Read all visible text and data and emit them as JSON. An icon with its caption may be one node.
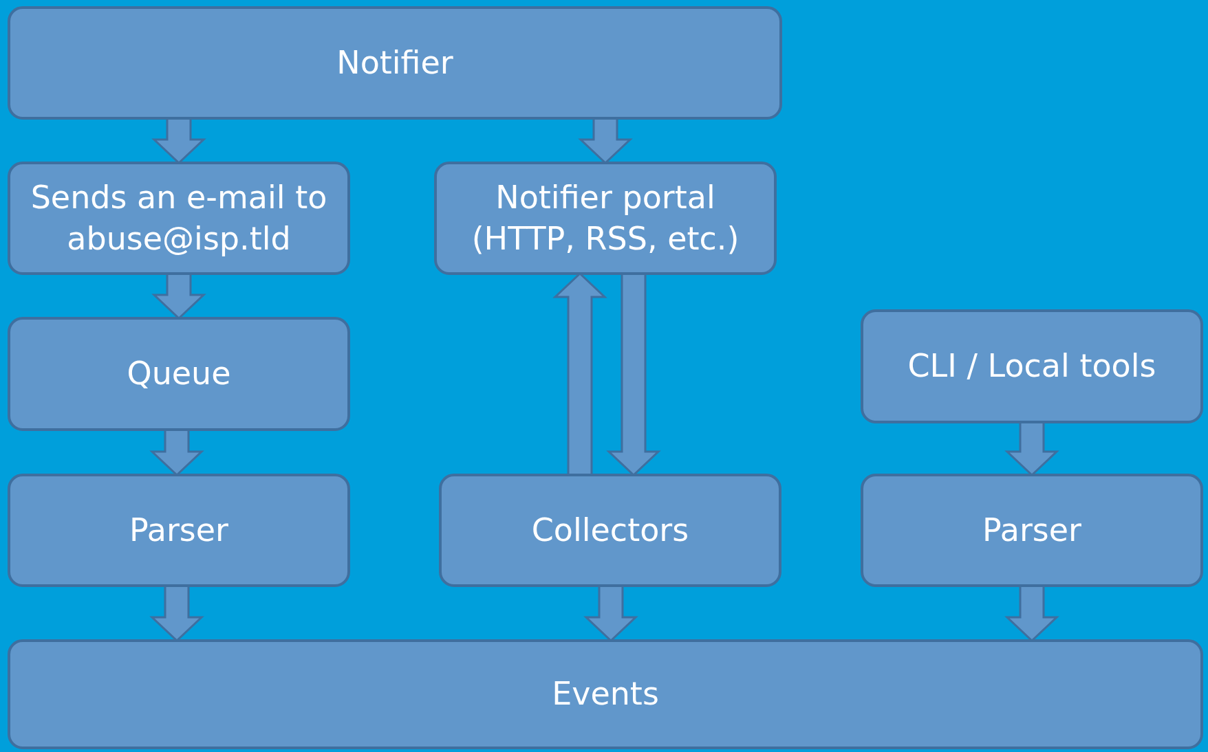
{
  "diagram": {
    "nodes": [
      {
        "text": [
          "Notifier"
        ]
      },
      {
        "text": [
          "Sends an e-mail to abuse@isp.tld"
        ]
      },
      {
        "text": [
          "Notifier portal (HTTP, RSS, etc.)"
        ]
      },
      {
        "text": [
          "Queue"
        ]
      },
      {
        "text": [
          "Parser"
        ]
      },
      {
        "text": [
          "Collectors"
        ]
      },
      {
        "text": [
          "CLI / Local tools"
        ]
      },
      {
        "text": [
          "Parser"
        ]
      },
      {
        "text": [
          "Events"
        ]
      }
    ],
    "edges": [
      {
        "from": 0,
        "to": 1,
        "arrow": "to"
      },
      {
        "from": 0,
        "to": 2,
        "arrow": "to"
      },
      {
        "from": 1,
        "to": 3,
        "arrow": "to"
      },
      {
        "from": 3,
        "to": 4,
        "arrow": "to"
      },
      {
        "from": 5,
        "to": 2,
        "arrow": "to"
      },
      {
        "from": 2,
        "to": 5,
        "arrow": "to"
      },
      {
        "from": 6,
        "to": 7,
        "arrow": "to"
      },
      {
        "from": 4,
        "to": 8,
        "arrow": "to"
      },
      {
        "from": 5,
        "to": 8,
        "arrow": "to"
      },
      {
        "from": 7,
        "to": 8,
        "arrow": "to"
      }
    ]
  }
}
